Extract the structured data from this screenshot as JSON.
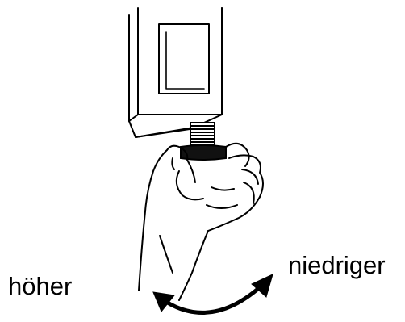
{
  "labels": {
    "higher": "höher",
    "lower": "niedriger"
  },
  "colors": {
    "line": "#000000",
    "background": "#ffffff"
  },
  "figure": {
    "depicts": [
      "appliance-housing",
      "leveling-foot",
      "hand",
      "rotation-arrow"
    ]
  }
}
